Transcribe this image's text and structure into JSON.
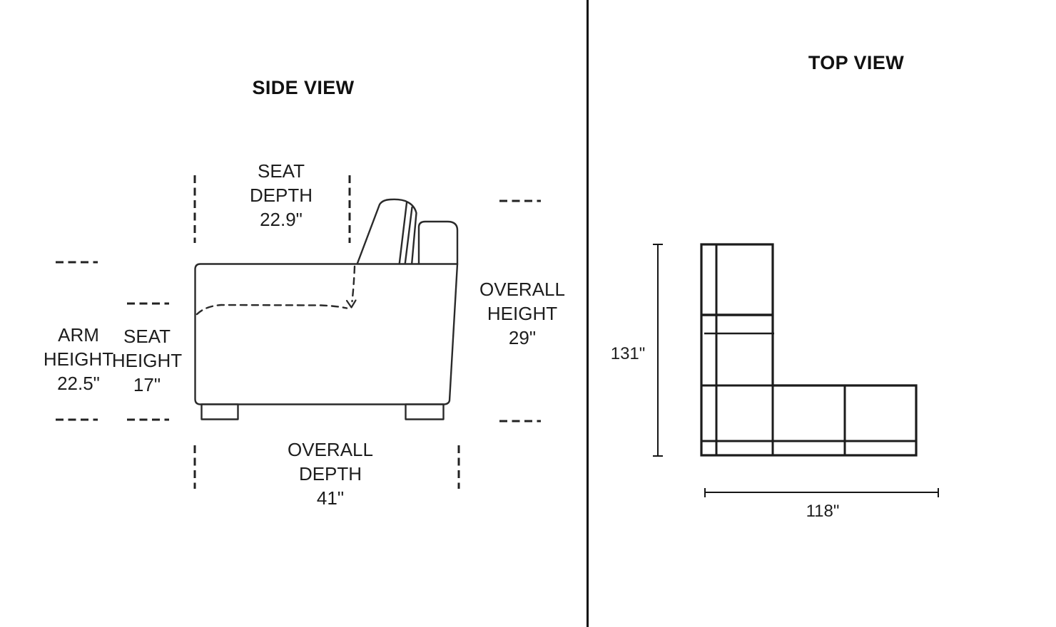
{
  "side_view": {
    "title": "SIDE VIEW",
    "dimensions": {
      "seat_depth": {
        "line1": "SEAT",
        "line2": "DEPTH",
        "value": "22.9\""
      },
      "arm_height": {
        "line1": "ARM",
        "line2": "HEIGHT",
        "value": "22.5\""
      },
      "seat_height": {
        "line1": "SEAT",
        "line2": "HEIGHT",
        "value": "17\""
      },
      "overall_height": {
        "line1": "OVERALL",
        "line2": "HEIGHT",
        "value": "29\""
      },
      "overall_depth": {
        "line1": "OVERALL",
        "line2": "DEPTH",
        "value": "41\""
      }
    }
  },
  "top_view": {
    "title": "TOP VIEW",
    "overall_depth": "131\"",
    "overall_width": "118\""
  },
  "colors": {
    "text": "#1d1d1d",
    "sofa_line": "#2a2a2a",
    "marker_line": "#222222",
    "plan_line": "#1c1c1c",
    "dimension_line": "#161616",
    "divider": "#101010",
    "background": "#ffffff"
  }
}
